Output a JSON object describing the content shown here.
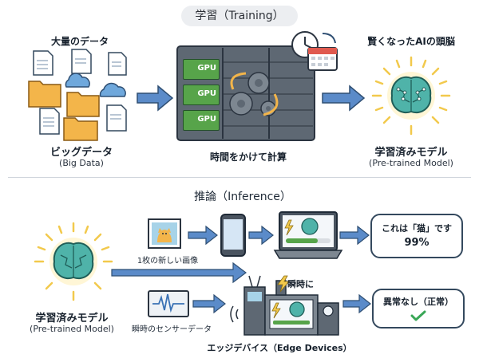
{
  "training": {
    "title": "学習（Training）",
    "big_data": {
      "heading": "大量のデータ",
      "label": "ビッグデータ",
      "label_en": "(Big Data)"
    },
    "compute": {
      "gpu_label": "GPU",
      "caption": "時間をかけて計算"
    },
    "smart_brain_heading": "賢くなったAIの頭脳",
    "model": {
      "label": "学習済みモデル",
      "label_en": "(Pre-trained Model)"
    }
  },
  "inference": {
    "title": "推論（Inference）",
    "model": {
      "label": "学習済みモデル",
      "label_en": "(Pre-trained Model)"
    },
    "image_input_label": "1枚の新しい画像",
    "sensor_input_label": "瞬時のセンサーデータ",
    "instant_label": "瞬時に",
    "edge_devices_label": "エッジデバイス（Edge Devices）",
    "result_cat": {
      "line1": "これは「猫」です",
      "line2": "99%"
    },
    "result_normal": {
      "text": "異常なし（正常）"
    }
  },
  "colors": {
    "arrow": "#5b8bc9",
    "arrow_stroke": "#2f4f73",
    "outline": "#34495e",
    "gpu_green": "#57a44a",
    "brain_teal": "#4fb3a9",
    "glow": "#f2c94c",
    "folder": "#f3b54a",
    "cloud": "#6fa8dc",
    "check": "#3aa757"
  }
}
